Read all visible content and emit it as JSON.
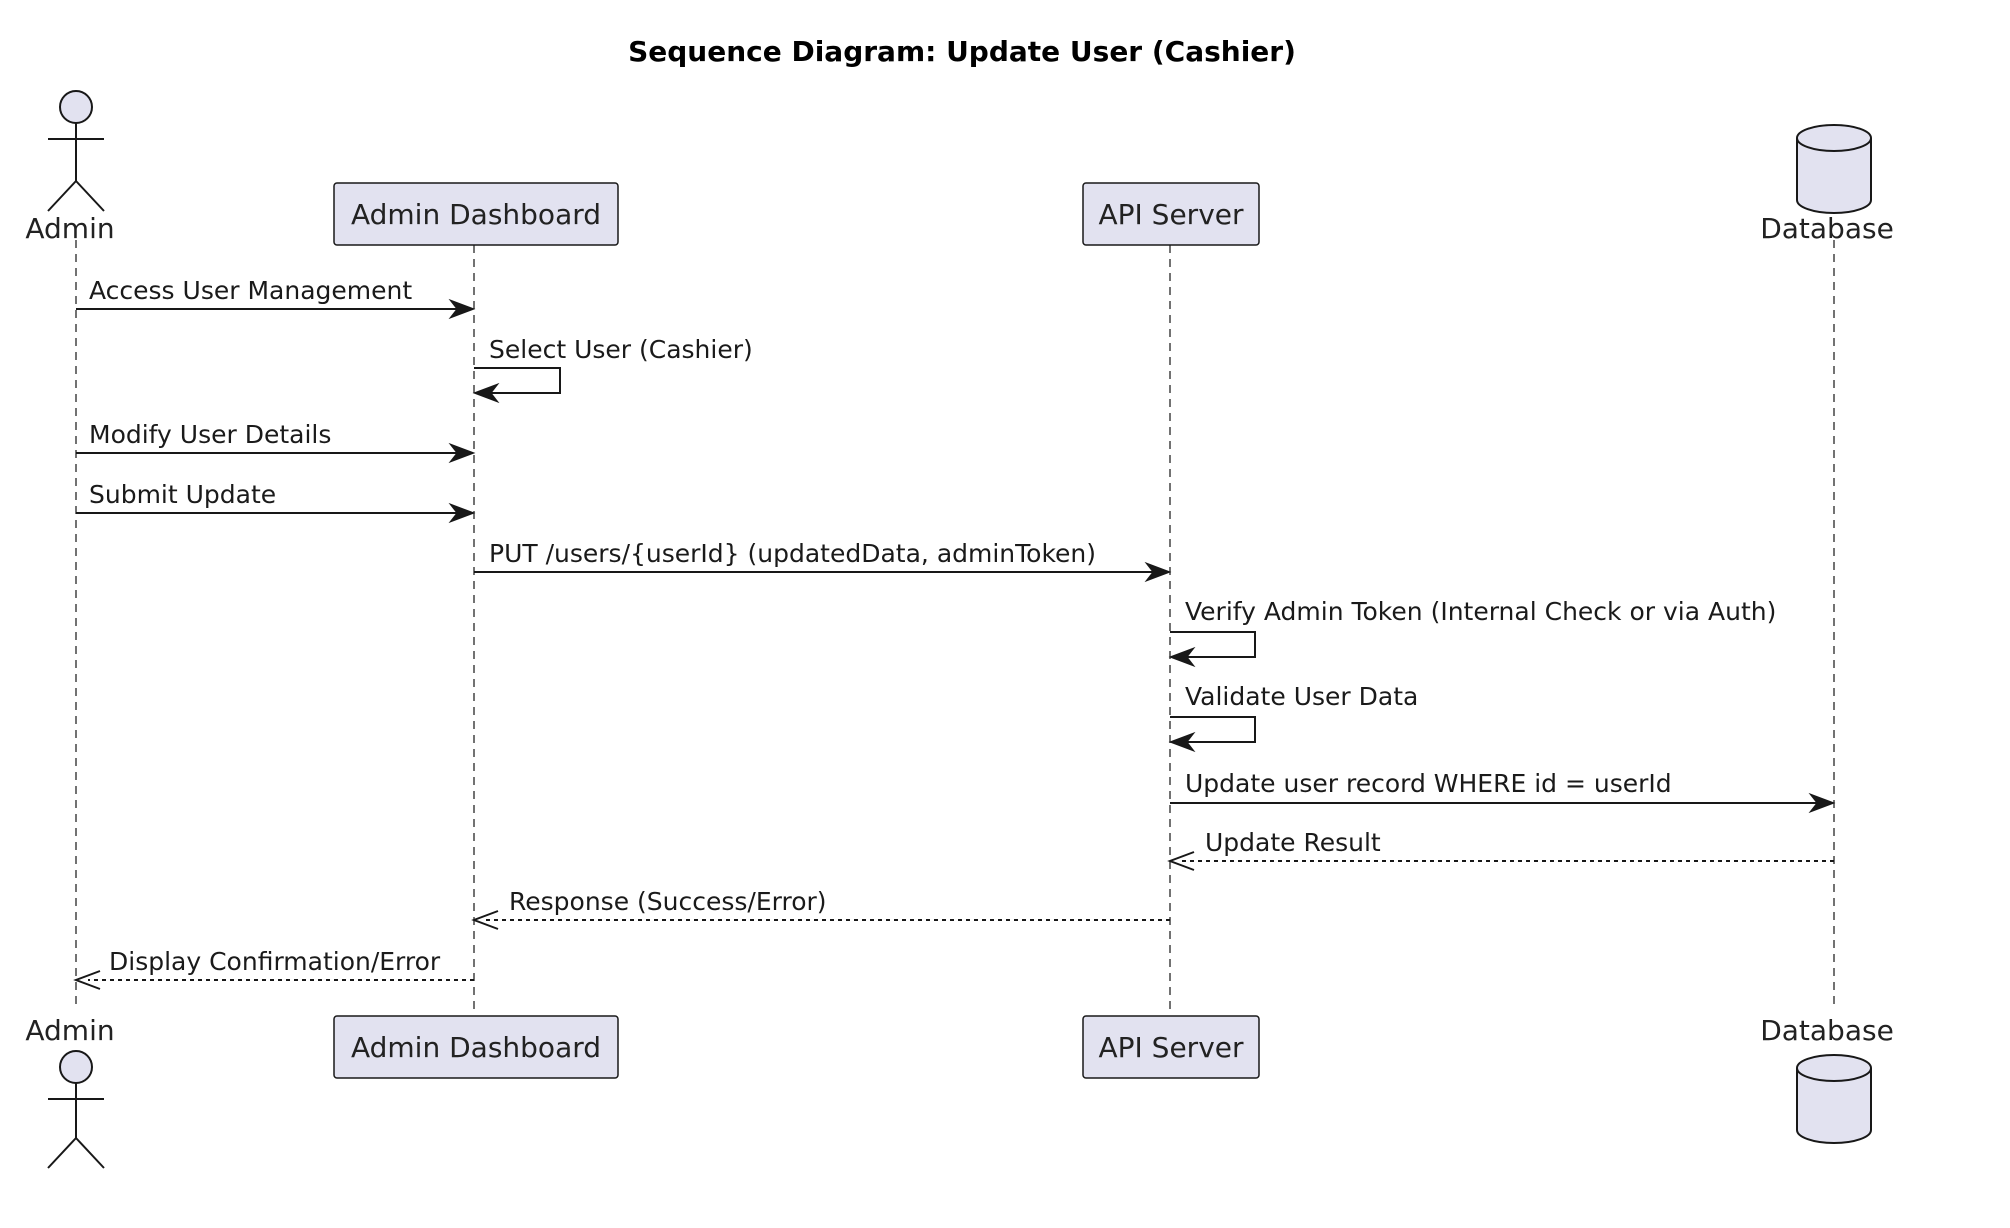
{
  "title": "Sequence Diagram: Update User (Cashier)",
  "colors": {
    "participant_fill": "#e2e2f0",
    "stroke": "#181818",
    "lifeline": "#444444",
    "text": "#222222"
  },
  "participants": [
    {
      "id": "admin",
      "label": "Admin",
      "kind": "actor",
      "shape_icon": "actor-stick-figure-icon"
    },
    {
      "id": "dashboard",
      "label": "Admin Dashboard",
      "kind": "participant"
    },
    {
      "id": "api",
      "label": "API Server",
      "kind": "participant"
    },
    {
      "id": "db",
      "label": "Database",
      "kind": "database",
      "shape_icon": "database-cylinder-icon"
    }
  ],
  "messages": [
    {
      "from": "admin",
      "to": "dashboard",
      "label": "Access User Management",
      "style": "solid"
    },
    {
      "from": "dashboard",
      "to": "dashboard",
      "label": "Select User (Cashier)",
      "style": "solid"
    },
    {
      "from": "admin",
      "to": "dashboard",
      "label": "Modify User Details",
      "style": "solid"
    },
    {
      "from": "admin",
      "to": "dashboard",
      "label": "Submit Update",
      "style": "solid"
    },
    {
      "from": "dashboard",
      "to": "api",
      "label": "PUT /users/{userId} (updatedData, adminToken)",
      "style": "solid"
    },
    {
      "from": "api",
      "to": "api",
      "label": "Verify Admin Token (Internal Check or via Auth)",
      "style": "solid"
    },
    {
      "from": "api",
      "to": "api",
      "label": "Validate User Data",
      "style": "solid"
    },
    {
      "from": "api",
      "to": "db",
      "label": "Update user record WHERE id = userId",
      "style": "solid"
    },
    {
      "from": "db",
      "to": "api",
      "label": "Update Result",
      "style": "dashed"
    },
    {
      "from": "api",
      "to": "dashboard",
      "label": "Response (Success/Error)",
      "style": "dashed"
    },
    {
      "from": "dashboard",
      "to": "admin",
      "label": "Display Confirmation/Error",
      "style": "dashed"
    }
  ]
}
